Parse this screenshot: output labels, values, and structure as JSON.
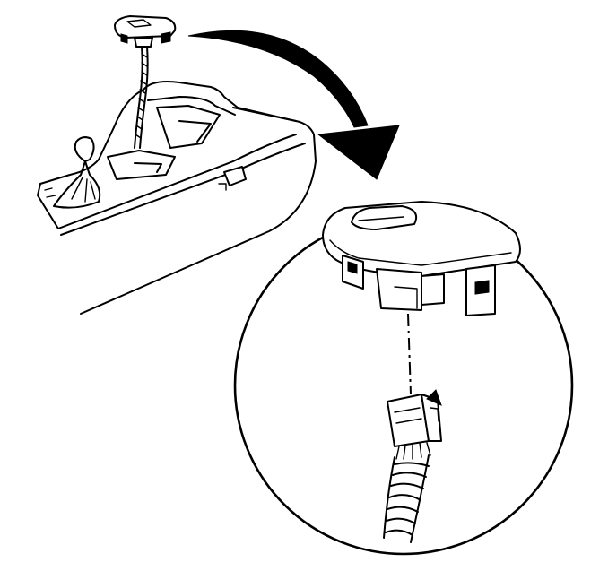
{
  "diagram": {
    "kind": "technical-line-illustration",
    "colors": {
      "ink": "#000000",
      "background": "#ffffff"
    },
    "parts": [
      {
        "name": "console-switch",
        "icon": "switch-icon"
      },
      {
        "name": "center-console",
        "icon": "console-icon"
      },
      {
        "name": "shift-lever",
        "icon": "shifter-icon"
      },
      {
        "name": "wiring-harness",
        "icon": "cable-icon"
      },
      {
        "name": "electrical-connector",
        "icon": "connector-icon"
      }
    ],
    "callouts": [
      {
        "name": "detail-magnifier",
        "shape": "circle"
      },
      {
        "name": "direction-arrow",
        "shape": "curved-arrow"
      }
    ]
  }
}
